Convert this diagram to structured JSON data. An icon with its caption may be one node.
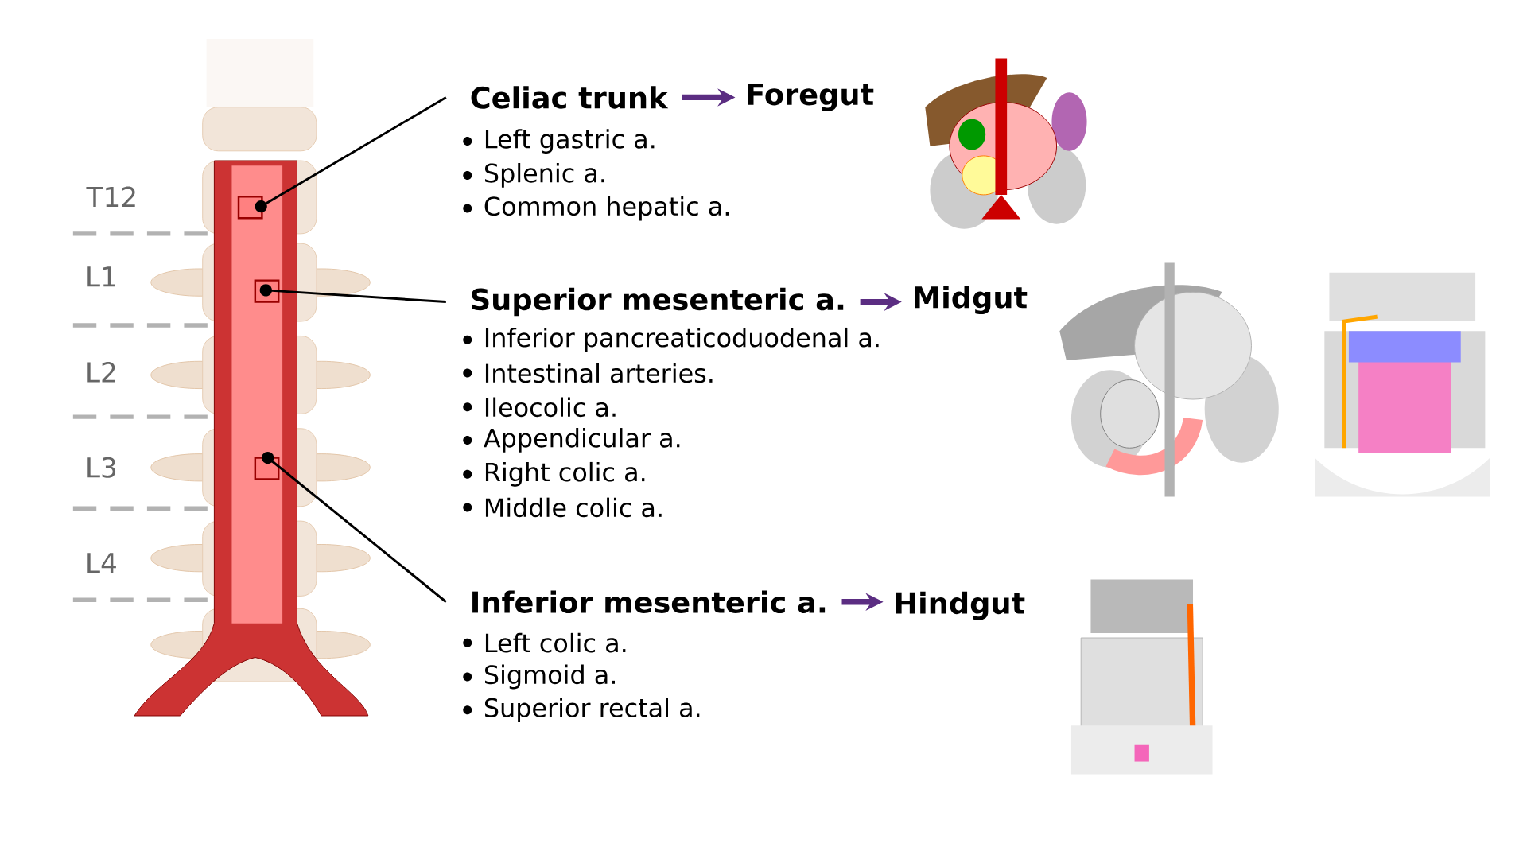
{
  "diagram": {
    "nodes": [
      {
        "text": [
          "Celiac trunk"
        ]
      },
      {
        "text": [
          "Foregut"
        ]
      },
      {
        "text": [
          "Superior mesenteric a."
        ]
      },
      {
        "text": [
          "Midgut"
        ]
      },
      {
        "text": [
          "Inferior mesenteric a."
        ]
      },
      {
        "text": [
          "Hindgut"
        ]
      }
    ],
    "edges": [
      {
        "from": 0,
        "to": 1,
        "arrow": "to",
        "style": "thick",
        "color": "#5b2d82"
      },
      {
        "from": 2,
        "to": 3,
        "arrow": "to",
        "style": "thick",
        "color": "#5b2d82"
      },
      {
        "from": 4,
        "to": 5,
        "arrow": "to",
        "style": "thick",
        "color": "#5b2d82"
      },
      {
        "from": 0,
        "to": null,
        "arrow": "other",
        "color": "#000000"
      },
      {
        "from": 2,
        "to": null,
        "arrow": "other",
        "color": "#000000"
      },
      {
        "from": 4,
        "to": null,
        "arrow": "other",
        "color": "#000000"
      }
    ],
    "labels": [
      "T12",
      "L1",
      "L2",
      "L3",
      "L4",
      "Left gastric a.",
      "Splenic a.",
      "Common hepatic a.",
      "Inferior pancreaticoduodenal a.",
      "Intestinal arteries.",
      "Ileocolic a.",
      "Appendicular a.",
      "Right colic a.",
      "Middle colic a.",
      "Left colic a.",
      "Sigmoid a.",
      "Superior rectal a."
    ]
  }
}
